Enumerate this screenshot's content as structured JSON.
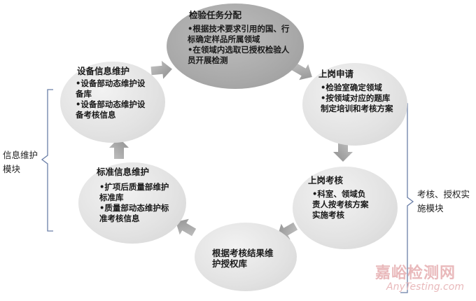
{
  "nodes": {
    "task": {
      "title": "检验任务分配",
      "items": [
        "•根据技术要求引用的国、行标确定样品所属领域",
        "•在领域内选取已授权检验人员开展检测"
      ]
    },
    "apply": {
      "title": "上岗申请",
      "items": [
        "•检验室确定领域",
        "•按领域对应的题库制定培训和考核方案"
      ]
    },
    "exam": {
      "title": "上岗考核",
      "items": [
        "•科室、领域负责人按考核方案实施考核"
      ]
    },
    "auth": {
      "title": "根据考核结果维护授权库"
    },
    "standard": {
      "title": "标准信息维护",
      "items": [
        "•扩项后质量部维护标准库",
        "•质量部动态维护标准考核信息"
      ]
    },
    "equipment": {
      "title": "设备信息维护",
      "items": [
        "•设备部动态维护设备库",
        "•设备部动态维护设备考核信息"
      ]
    }
  },
  "groups": {
    "left": "信息维护模块",
    "right": "考核、授权实施模块"
  },
  "watermark": {
    "cn": "嘉峪检测网",
    "en": "AnyTesting.com"
  },
  "colors": {
    "light_node": "#e2e2e2",
    "dark_node": "#a9a9a9",
    "arrow": "#a6a6a6",
    "bracket": "#6b7fa8",
    "watermark": "#e9b9bb"
  }
}
